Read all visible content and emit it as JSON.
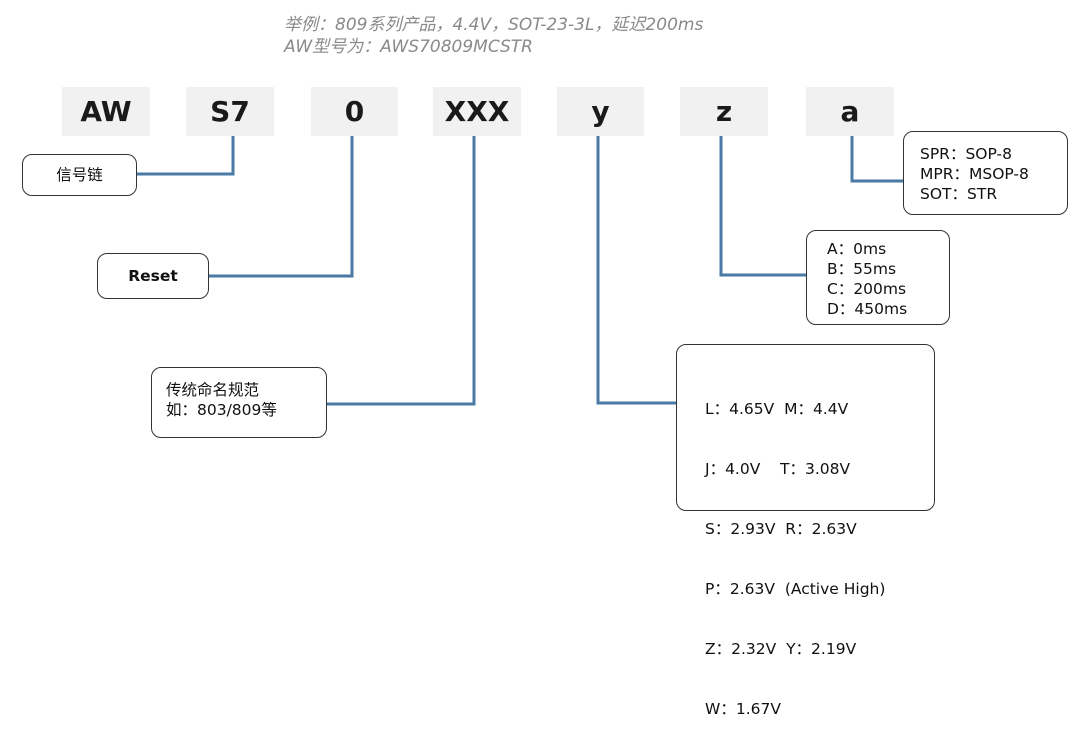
{
  "example": {
    "line1": "举例：809系列产品，4.4V，SOT-23-3L，延迟200ms",
    "line2": "AW型号为：AWS70809MCSTR"
  },
  "segments": {
    "aw": "AW",
    "s7": "S7",
    "zero": "0",
    "xxx": "XXX",
    "y": "y",
    "z": "z",
    "a": "a"
  },
  "labels": {
    "signal_chain": "信号链",
    "reset": "Reset",
    "naming": [
      "传统命名规范",
      "如：803/809等"
    ],
    "package": [
      "SPR：SOP-8",
      "MPR：MSOP-8",
      "SOT：STR"
    ],
    "delay": [
      "A：0ms",
      "B：55ms",
      "C：200ms",
      "D：450ms"
    ],
    "voltage": [
      "L：4.65V  M：4.4V",
      "J：4.0V    T：3.08V",
      "S：2.93V  R：2.63V",
      "P：2.63V  (Active High)",
      "Z：2.32V  Y：2.19V",
      "W：1.67V"
    ]
  },
  "colors": {
    "connector": "#4a7aa6",
    "segment_bg": "#f1f1f1",
    "example_text": "#8a8a8a"
  }
}
